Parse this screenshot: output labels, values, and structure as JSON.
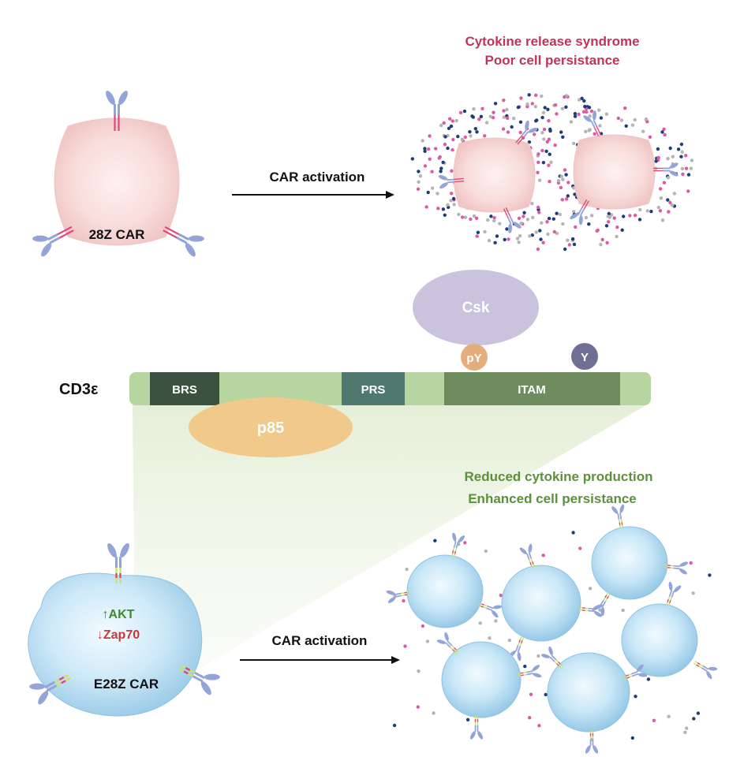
{
  "top_panel": {
    "cell_label": "28Z CAR",
    "arrow_label": "CAR activation",
    "outcome_line1": "Cytokine release syndrome",
    "outcome_line2": "Poor cell persistance"
  },
  "middle_panel": {
    "protein_label": "CD3ε",
    "domains": {
      "brs": "BRS",
      "prs": "PRS",
      "itam": "ITAM"
    },
    "csk": "Csk",
    "py": "pY",
    "y": "Y",
    "p85": "p85"
  },
  "bottom_panel": {
    "cell_label": "E28Z CAR",
    "akt": "↑AKT",
    "zap70": "↓Zap70",
    "arrow_label": "CAR activation",
    "outcome_line1": "Reduced cytokine production",
    "outcome_line2": "Enhanced cell persistance"
  },
  "colors": {
    "pink_cell": "#f6d5d3",
    "blue_cell": "#bfe2f4",
    "receptor": "#93a4d8",
    "hinge_pink": "#e0457e",
    "hinge_green": "#c8e36a",
    "bar_light": "#b7d5a0",
    "brs": "#3b5240",
    "prs": "#4f786f",
    "itam": "#6e8c5e",
    "csk": "#cac3dd",
    "py": "#e4ad7d",
    "y": "#6f6f96",
    "p85": "#f0c98b",
    "red_text": "#c2335a",
    "green_text": "#5a9238",
    "dot_pink": "#dd5aa5",
    "dot_navy": "#1f3e78",
    "dot_grey": "#b4b4b4"
  }
}
